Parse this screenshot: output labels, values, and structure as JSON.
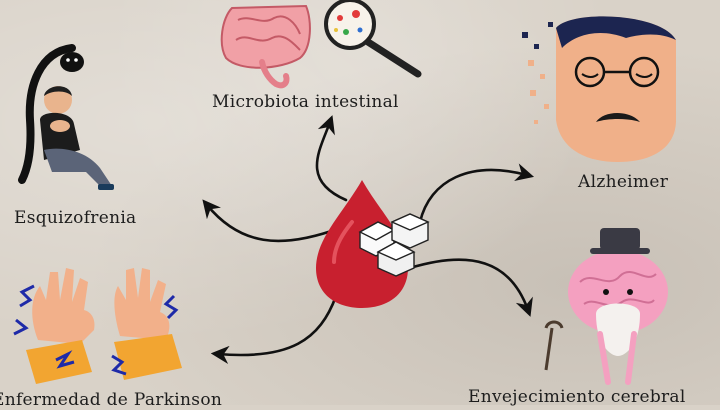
{
  "labels": {
    "microbiota": "Microbiota intestinal",
    "esquizofrenia": "Esquizofrenia",
    "alzheimer": "Alzheimer",
    "parkinson": "Enfermedad de Parkinson",
    "envejecimiento": "Envejecimiento cerebral"
  },
  "colors": {
    "background": "#d9d2c8",
    "blood_drop": "#c8202f",
    "arrow": "#111111",
    "intestine": "#f1a0a6",
    "brain": "#f4a0c0"
  },
  "icons": {
    "center": "blood-drop-with-sugar-cubes",
    "microbiota": "intestine-and-magnifier-icon",
    "esquizofrenia": "distressed-person-icon",
    "alzheimer": "elderly-man-face-icon",
    "parkinson": "shaking-hands-icon",
    "envejecimiento": "elderly-brain-character-icon"
  }
}
